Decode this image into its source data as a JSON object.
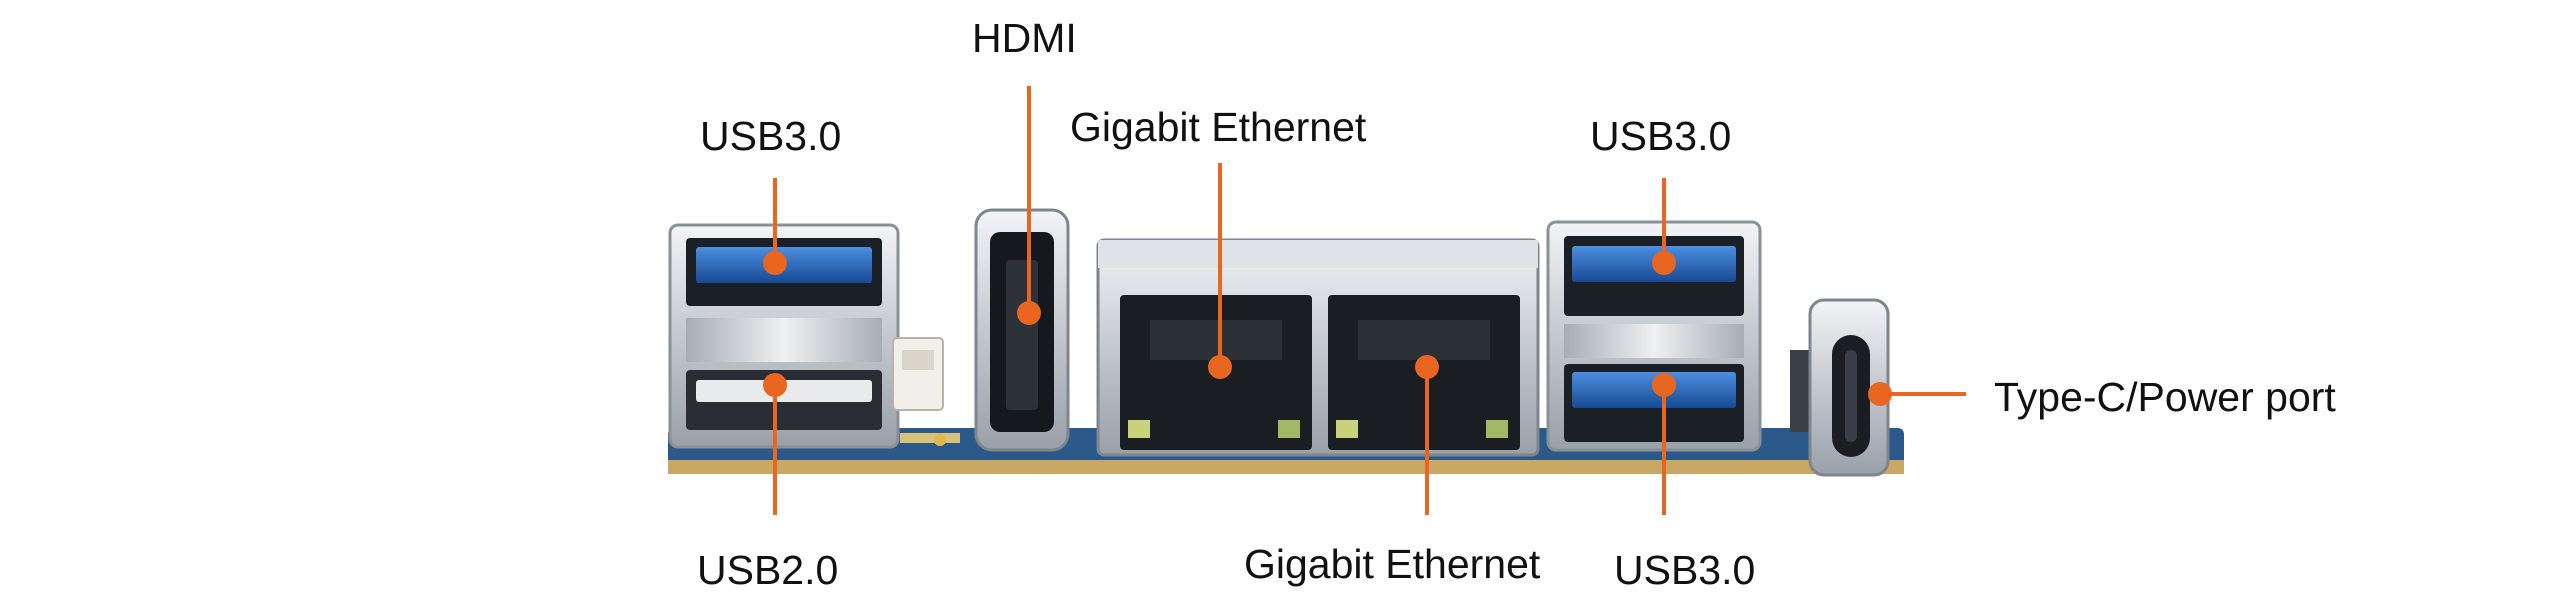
{
  "labels": {
    "hdmi": "HDMI",
    "gigabit_ethernet_top": "Gigabit Ethernet",
    "usb30_top_left": "USB3.0",
    "usb30_top_right": "USB3.0",
    "usb20": "USB2.0",
    "gigabit_ethernet_bottom": "Gigabit Ethernet",
    "usb30_bottom_right": "USB3.0",
    "type_c_power": "Type-C/Power port"
  },
  "colors": {
    "callout": "#e8661f",
    "usb3_blue": "#1e5fb8",
    "pcb_blue": "#2b5a8a",
    "metal": "#c9cdd2"
  }
}
